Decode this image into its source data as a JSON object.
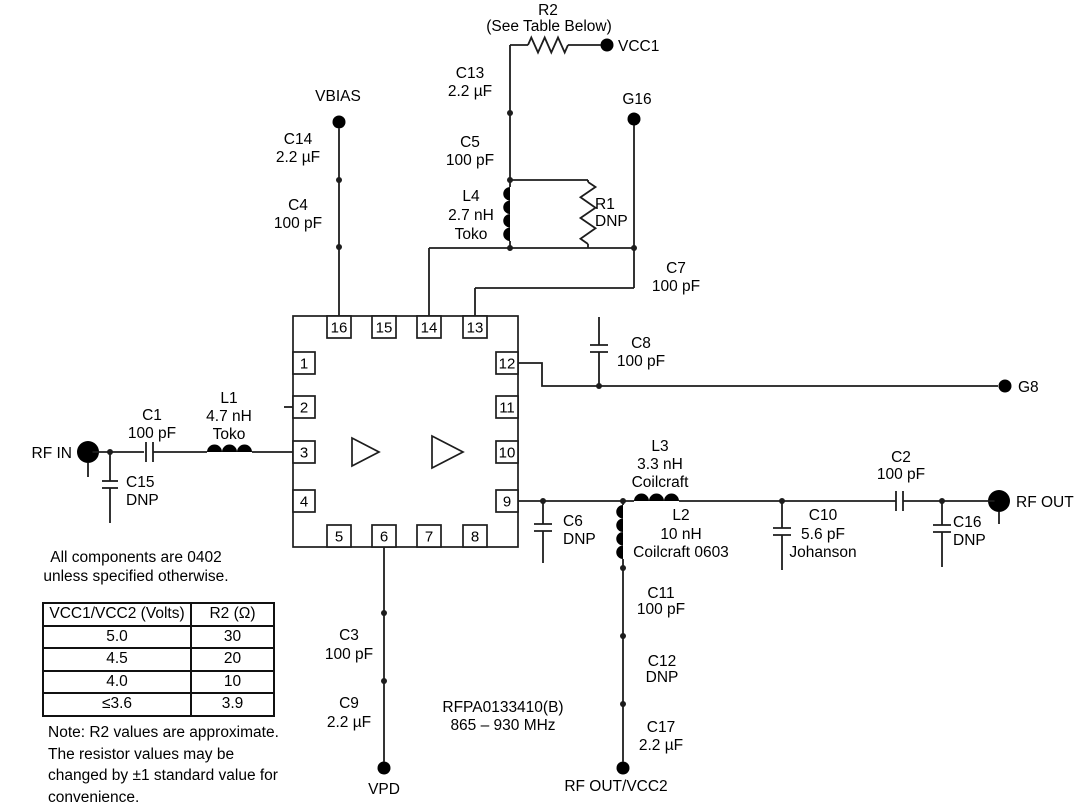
{
  "schematic": {
    "device": {
      "part_number": "RFPA0133410(B)",
      "frequency_range": "865 – 930 MHz"
    },
    "terminals": {
      "rf_in": "RF IN",
      "rf_out": "RF OUT",
      "vbias": "VBIAS",
      "vcc1": "VCC1",
      "g16": "G16",
      "g8": "G8",
      "vpd": "VPD",
      "rf_out_vcc2": "RF OUT/VCC2"
    },
    "components": {
      "r1": {
        "name": "R1",
        "value": "DNP"
      },
      "r2": {
        "name": "R2",
        "note": "(See Table Below)"
      },
      "c1": {
        "name": "C1",
        "value": "100 pF"
      },
      "c2": {
        "name": "C2",
        "value": "100 pF"
      },
      "c3": {
        "name": "C3",
        "value": "100 pF"
      },
      "c4": {
        "name": "C4",
        "value": "100 pF"
      },
      "c5": {
        "name": "C5",
        "value": "100 pF"
      },
      "c6": {
        "name": "C6",
        "value": "DNP"
      },
      "c7": {
        "name": "C7",
        "value": "100 pF"
      },
      "c8": {
        "name": "C8",
        "value": "100 pF"
      },
      "c9": {
        "name": "C9",
        "value": "2.2 µF"
      },
      "c10": {
        "name": "C10",
        "value": "5.6 pF",
        "maker": "Johanson"
      },
      "c11": {
        "name": "C11",
        "value": "100 pF"
      },
      "c12": {
        "name": "C12",
        "value": "DNP"
      },
      "c13": {
        "name": "C13",
        "value": "2.2 µF"
      },
      "c14": {
        "name": "C14",
        "value": "2.2 µF"
      },
      "c15": {
        "name": "C15",
        "value": "DNP"
      },
      "c16": {
        "name": "C16",
        "value": "DNP"
      },
      "c17": {
        "name": "C17",
        "value": "2.2 µF"
      },
      "l1": {
        "name": "L1",
        "value": "4.7 nH",
        "maker": "Toko"
      },
      "l2": {
        "name": "L2",
        "value": "10 nH",
        "maker": "Coilcraft 0603"
      },
      "l3": {
        "name": "L3",
        "value": "3.3 nH",
        "maker": "Coilcraft"
      },
      "l4": {
        "name": "L4",
        "value": "2.7 nH",
        "maker": "Toko"
      }
    },
    "ic": {
      "pins": [
        "1",
        "2",
        "3",
        "4",
        "5",
        "6",
        "7",
        "8",
        "9",
        "10",
        "11",
        "12",
        "13",
        "14",
        "15",
        "16"
      ]
    },
    "notes": {
      "size_note_lines": [
        "All components are 0402",
        "unless specified otherwise."
      ],
      "r2_note_lines": [
        "Note: R2 values are approximate.",
        "The resistor values may be",
        "changed by ±1 standard value for",
        "convenience."
      ]
    },
    "r2_table": {
      "headers": [
        "VCC1/VCC2 (Volts)",
        "R2 (Ω)"
      ],
      "rows": [
        [
          "5.0",
          "30"
        ],
        [
          "4.5",
          "20"
        ],
        [
          "4.0",
          "10"
        ],
        [
          "≤3.6",
          "3.9"
        ]
      ]
    }
  },
  "colors": {
    "wire": "#1d1d1d",
    "text": "#000000",
    "background": "#ffffff"
  }
}
